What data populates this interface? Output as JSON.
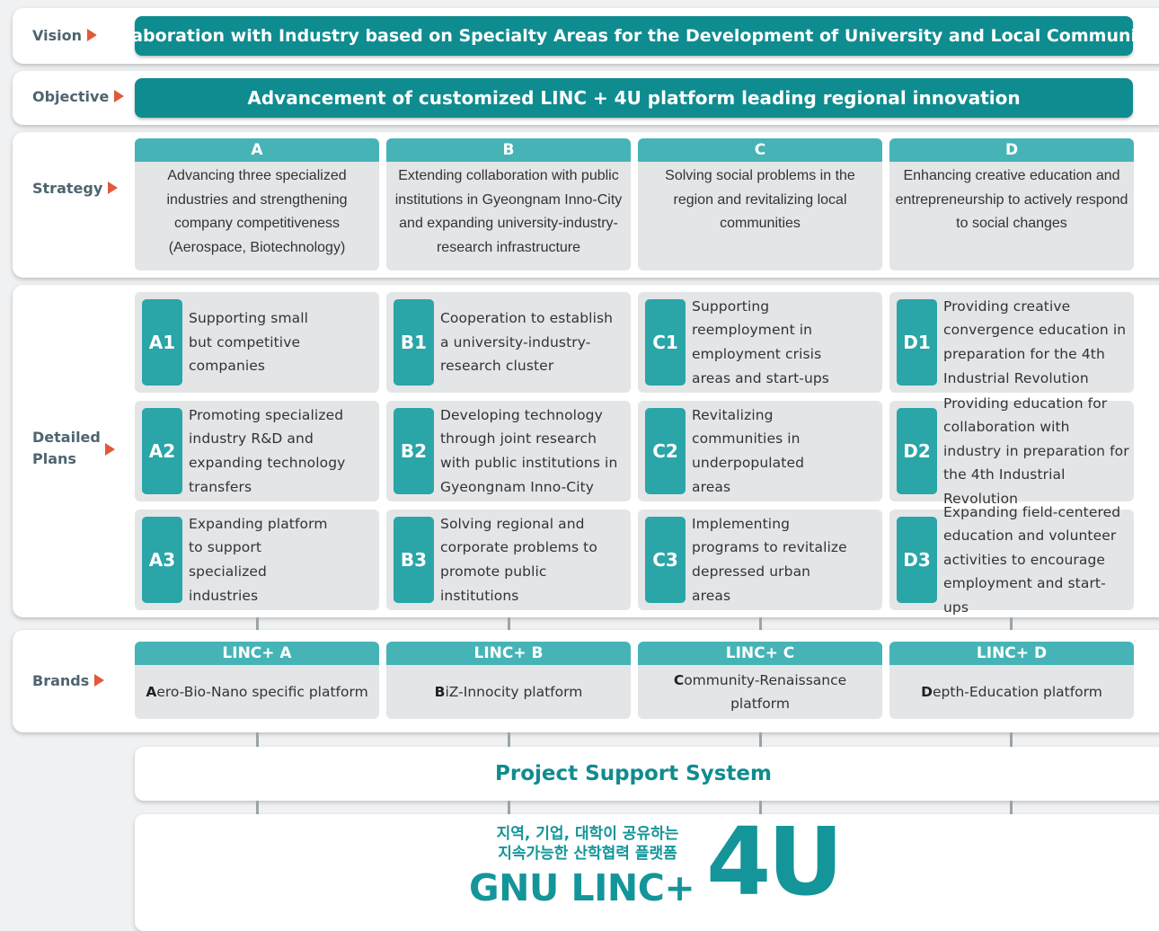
{
  "vision": {
    "label": "Vision",
    "text": "Collaboration with Industry based on Specialty Areas for the Development of University and Local Communities"
  },
  "objective": {
    "label": "Objective",
    "text": "Advancement of customized LINC + 4U platform leading regional innovation"
  },
  "strategy": {
    "label": "Strategy",
    "columns": [
      {
        "letter": "A",
        "text": "Advancing three specialized industries and strengthening company competitiveness (Aerospace, Biotechnology)"
      },
      {
        "letter": "B",
        "text": "Extending collaboration with public institutions in Gyeongnam Inno-City and expanding university-industry-research infrastructure"
      },
      {
        "letter": "C",
        "text": "Solving social problems in the region and revitalizing local communities"
      },
      {
        "letter": "D",
        "text": "Enhancing creative education and entrepreneurship to actively respond to social changes"
      }
    ]
  },
  "detailed_plans": {
    "label_line1": "Detailed",
    "label_line2": "Plans",
    "items": [
      {
        "code": "A1",
        "text": "Supporting small but competitive companies"
      },
      {
        "code": "B1",
        "text": "Cooperation to establish a university-industry-research cluster"
      },
      {
        "code": "C1",
        "text": "Supporting reemployment in employment crisis areas and start-ups"
      },
      {
        "code": "D1",
        "text": "Providing creative convergence education in preparation for the 4th Industrial Revolution"
      },
      {
        "code": "A2",
        "text": "Promoting specialized industry R&D and expanding technology transfers"
      },
      {
        "code": "B2",
        "text": "Developing technology through joint research with public institutions in Gyeongnam Inno-City"
      },
      {
        "code": "C2",
        "text": "Revitalizing communities in underpopulated areas"
      },
      {
        "code": "D2",
        "text": "Providing education for collaboration with industry in preparation for the 4th Industrial Revolution"
      },
      {
        "code": "A3",
        "text": "Expanding platform to support specialized industries"
      },
      {
        "code": "B3",
        "text": "Solving regional and corporate problems to promote public institutions"
      },
      {
        "code": "C3",
        "text": "Implementing programs to revitalize depressed urban areas"
      },
      {
        "code": "D3",
        "text": "Expanding field-centered education and volunteer activities to encourage employment and start-ups"
      }
    ]
  },
  "brands": {
    "label": "Brands",
    "items": [
      {
        "name": "LINC+ A",
        "initial": "A",
        "rest": "ero-Bio-Nano specific platform"
      },
      {
        "name": "LINC+ B",
        "initial": "B",
        "rest": "iZ-Innocity platform"
      },
      {
        "name": "LINC+ C",
        "initial": "C",
        "rest": "ommunity-Renaissance platform"
      },
      {
        "name": "LINC+ D",
        "initial": "D",
        "rest": "epth-Education platform"
      }
    ]
  },
  "support": {
    "title": "Project Support System"
  },
  "logo": {
    "korean_line1": "지역, 기업, 대학이 공유하는",
    "korean_line2": "지속가능한 산학협력 플랫폼",
    "wordmark": "GNU LINC+",
    "big": "4U"
  },
  "colors": {
    "teal_dark": "#0f8c90",
    "teal_light": "#46b4b6",
    "teal_tag": "#2aa5a8",
    "arrow": "#e05a3a",
    "label": "#4e6470"
  }
}
